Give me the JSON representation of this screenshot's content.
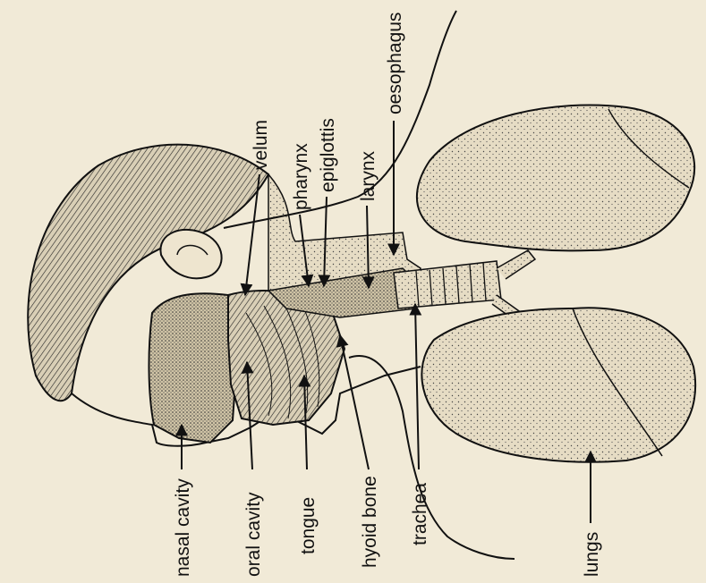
{
  "figure": {
    "labels": {
      "nasal_cavity": "nasal cavity",
      "oral_cavity": "oral cavity",
      "tongue": "tongue",
      "hyoid_bone": "hyoid bone",
      "trachea": "trachea",
      "lungs": "lungs",
      "velum": "velum",
      "pharynx": "pharynx",
      "epiglottis": "epiglottis",
      "larynx": "larynx",
      "oesophagus": "oesophagus"
    },
    "colors": {
      "background": "#f1ead7",
      "ink": "#111111",
      "tissue": "#d9cfb6",
      "lung": "#e6dcc4"
    }
  }
}
